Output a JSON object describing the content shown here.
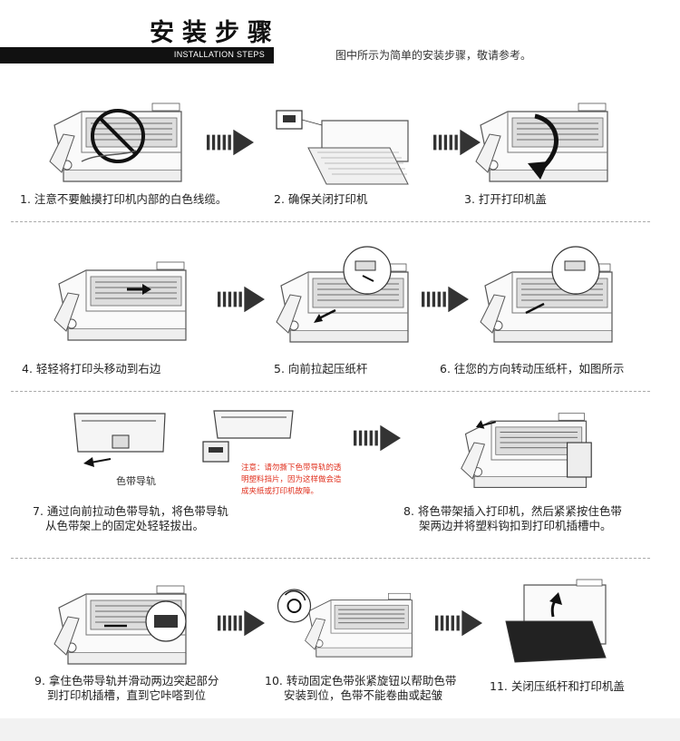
{
  "header": {
    "title": "安装步骤",
    "subtitle": "INSTALLATION STEPS",
    "note": "图中所示为简单的安装步骤，敬请参考。"
  },
  "steps": [
    {
      "caption": "1. 注意不要触摸打印机内部的白色线缆。"
    },
    {
      "caption": "2. 确保关闭打印机"
    },
    {
      "caption": "3. 打开打印机盖"
    },
    {
      "caption": "4. 轻轻将打印头移动到右边"
    },
    {
      "caption": "5. 向前拉起压纸杆"
    },
    {
      "caption": "6. 往您的方向转动压纸杆，如图所示"
    },
    {
      "caption_line1": "7. 通过向前拉动色带导轨，将色带导轨",
      "caption_line2": "从色带架上的固定处轻轻拔出。"
    },
    {
      "caption_line1": "8. 将色带架插入打印机，然后紧紧按住色带",
      "caption_line2": "架两边并将塑料钩扣到打印机插槽中。"
    },
    {
      "caption_line1": "9. 拿住色带导轨并滑动两边突起部分",
      "caption_line2": "到打印机插槽，直到它咔嗒到位"
    },
    {
      "caption_line1": "10. 转动固定色带张紧旋钮以帮助色带",
      "caption_line2": "安装到位，色带不能卷曲或起皱"
    },
    {
      "caption": "11. 关闭压纸杆和打印机盖"
    }
  ],
  "ribbon_guide_label": "色带导轨",
  "warning": {
    "line1": "注意：请勿撕下色带导轨的透",
    "line2": "明塑料挡片，因为这样做会造",
    "line3": "成夹纸或打印机故障。"
  },
  "colors": {
    "accent": "#111111",
    "warning": "#e0301e",
    "arrow": "#333333"
  }
}
